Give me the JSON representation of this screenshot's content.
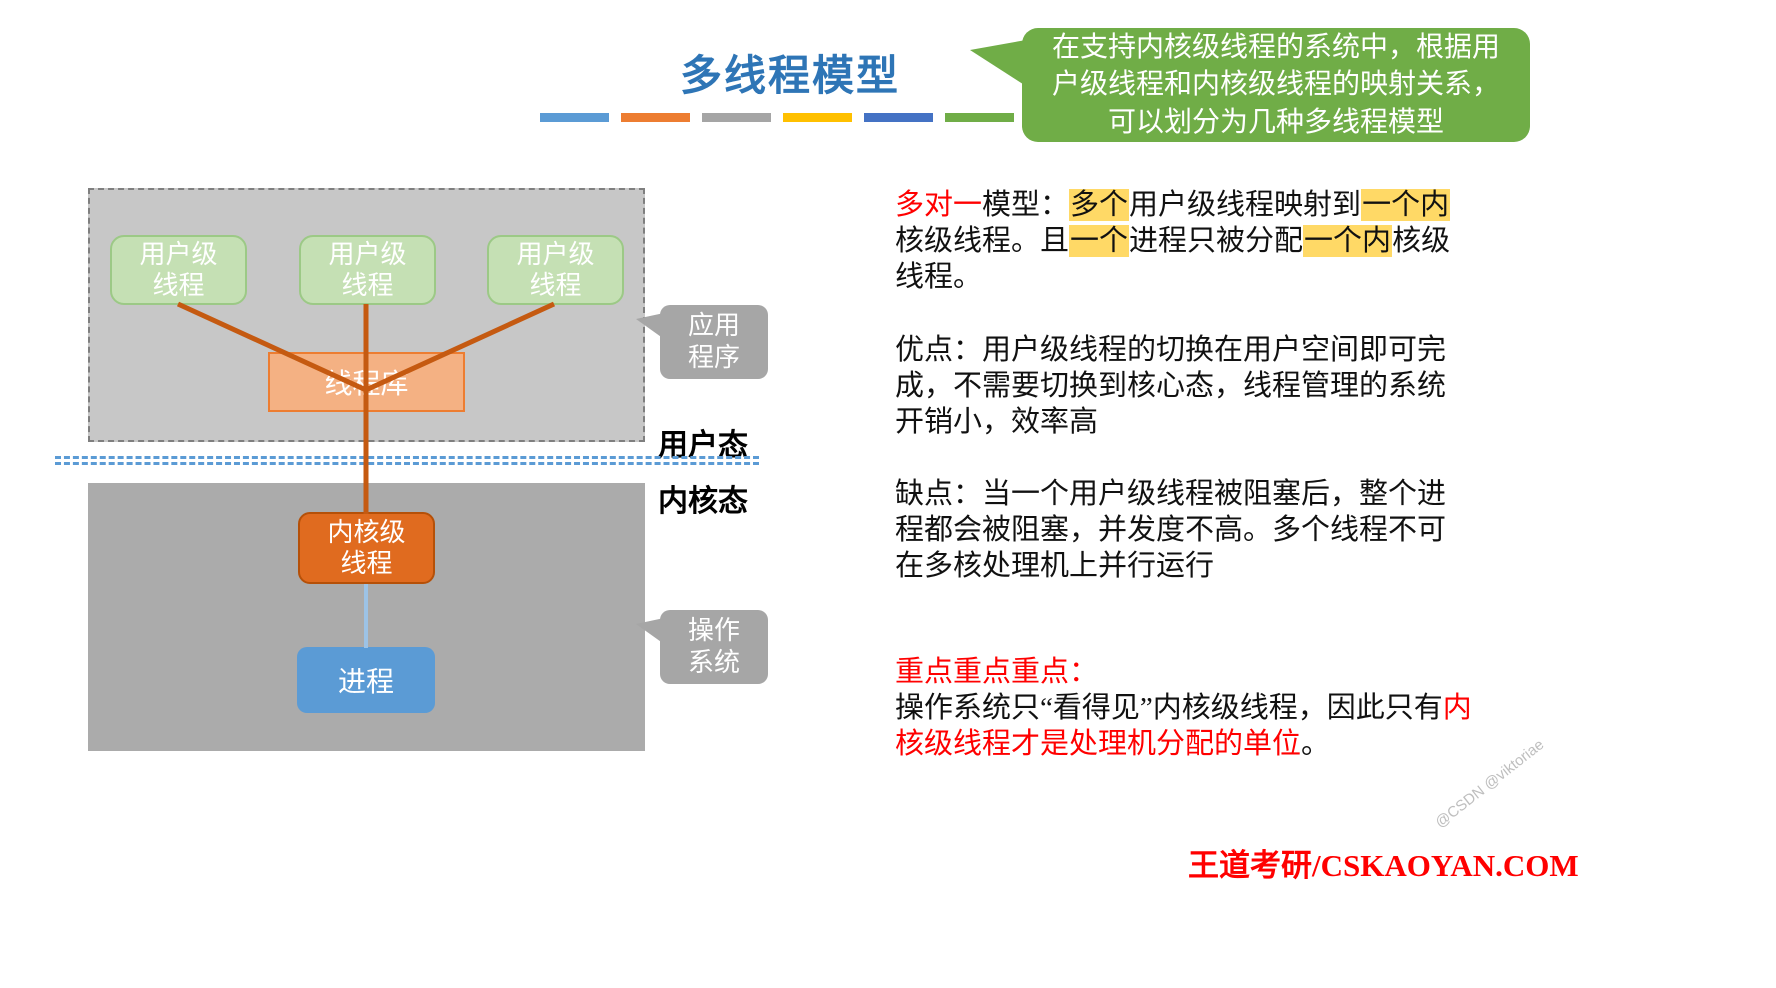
{
  "slide": {
    "title": "多线程模型",
    "top_callout": "在支持内核级线程的系统中，根据用户级线程和内核级线程的映射关系，可以划分为几种多线程模型"
  },
  "palette_bars": [
    "#5B9BD5",
    "#ED7D31",
    "#A5A5A5",
    "#FFC000",
    "#4472C4",
    "#70AD47"
  ],
  "colors": {
    "title_blue": "#2E75B6",
    "highlight_yellow": "#FFD966",
    "emphasis_red": "#FF0000",
    "callout_green": "#70AD47",
    "callout_gray": "#A6A6A6",
    "connector_orange": "#C55A11",
    "connector_blue": "#9DC3E6"
  },
  "diagram": {
    "user_threads": [
      "用户级\n线程",
      "用户级\n线程",
      "用户级\n线程"
    ],
    "thread_library": "线程库",
    "kernel_thread": "内核级\n线程",
    "process": "进程",
    "app_callout": "应用\n程序",
    "os_callout": "操作\n系统",
    "user_mode": "用户态",
    "kernel_mode": "内核态"
  },
  "content": {
    "para1": {
      "segments": [
        "多对一",
        "模型：",
        "多个",
        "用户级线程映射到",
        "一个内",
        "核级线程。且",
        "一个",
        "进程只被分配",
        "一个内",
        "核级线程。"
      ]
    },
    "para2": "优点：用户级线程的切换在用户空间即可完成，不需要切换到核心态，线程管理的系统开销小，效率高",
    "para3": "缺点：当一个用户级线程被阻塞后，整个进程都会被阻塞，并发度不高。多个线程不可在多核处理机上并行运行",
    "para4": {
      "heading": "重点重点重点：",
      "segments": [
        "操作系统只“看得见”内核级线程，因此只有",
        "内核级线程才是处理机分配的单位",
        "。"
      ]
    }
  },
  "footer": {
    "brand": "王道考研/CSKAOYAN.COM",
    "watermark": "@CSDN @viktoriae"
  }
}
